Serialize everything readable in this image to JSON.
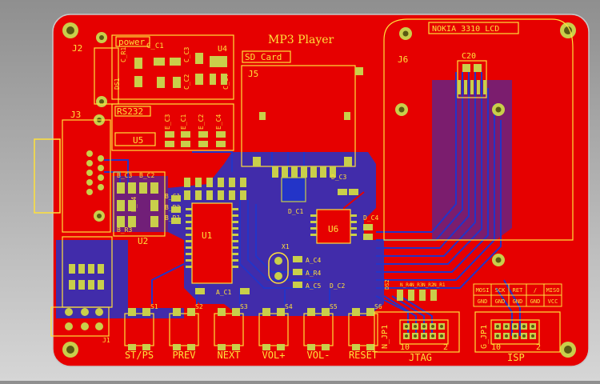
{
  "board": {
    "title": "MP3 Player",
    "colors": {
      "background": "#a8a8a8",
      "copper_top": "#e60000",
      "copper_bottom": "#2334c8",
      "silkscreen": "#ffe13a",
      "pad": "#c9cf4a",
      "drill": "#5a5a12"
    }
  },
  "silkscreen": {
    "power": "power",
    "rs232": "RS232",
    "sd_card": "SD Card",
    "lcd": "NOKIA 3310 LCD",
    "j2": "J2",
    "j3": "J3",
    "j5": "J5",
    "j6": "J6",
    "u1": "U1",
    "u2": "U2",
    "u4": "U4",
    "u5": "U5",
    "u6": "U6",
    "c20": "C20",
    "x1": "X1",
    "j1": "J1",
    "ds1": "DS1",
    "c_c1": "C_C1",
    "c_r1": "C_R1",
    "c_c3": "C_C3",
    "c_c2": "C_C2",
    "c_c4": "C_C4",
    "e_c1": "E_C1",
    "e_c2": "E_C2",
    "e_c3": "E_C3",
    "e_c4": "E_C4",
    "b_c1": "B_C1",
    "b_c2": "B_C2",
    "b_c3": "B_C3",
    "b_c4": "B_C4",
    "b_r1": "B_R1",
    "b_r2": "B_R2",
    "b_r3": "B_R3",
    "a_c1": "A_C1",
    "a_c4": "A_C4",
    "a_c5": "A_C5",
    "a_r4": "A_R4",
    "d_c1": "D_C1",
    "d_c2": "D_C2",
    "d_c3": "D_C3",
    "d_c4": "D_C4",
    "ds2": "DS2"
  },
  "buttons": [
    {
      "ref": "S1",
      "label": "ST/PS"
    },
    {
      "ref": "S2",
      "label": "PREV"
    },
    {
      "ref": "S3",
      "label": "NEXT"
    },
    {
      "ref": "S4",
      "label": "VOL+"
    },
    {
      "ref": "S5",
      "label": "VOL-"
    },
    {
      "ref": "S6",
      "label": "RESET"
    }
  ],
  "headers": {
    "jtag": {
      "ref": "N_JP1",
      "label": "JTAG",
      "pin_low": "10",
      "pin_high": "2"
    },
    "isp": {
      "ref": "G_JP1",
      "label": "ISP",
      "pin_low": "10",
      "pin_high": "2"
    }
  },
  "pin_table": {
    "row1": [
      "MOSI",
      "SCK",
      "RET",
      "/",
      "MISO"
    ],
    "row2": [
      "GND",
      "GND",
      "GND",
      "GND",
      "VCC"
    ]
  },
  "resistor_labels": [
    "N_R4",
    "N_R3",
    "N_R2",
    "N_R1"
  ]
}
